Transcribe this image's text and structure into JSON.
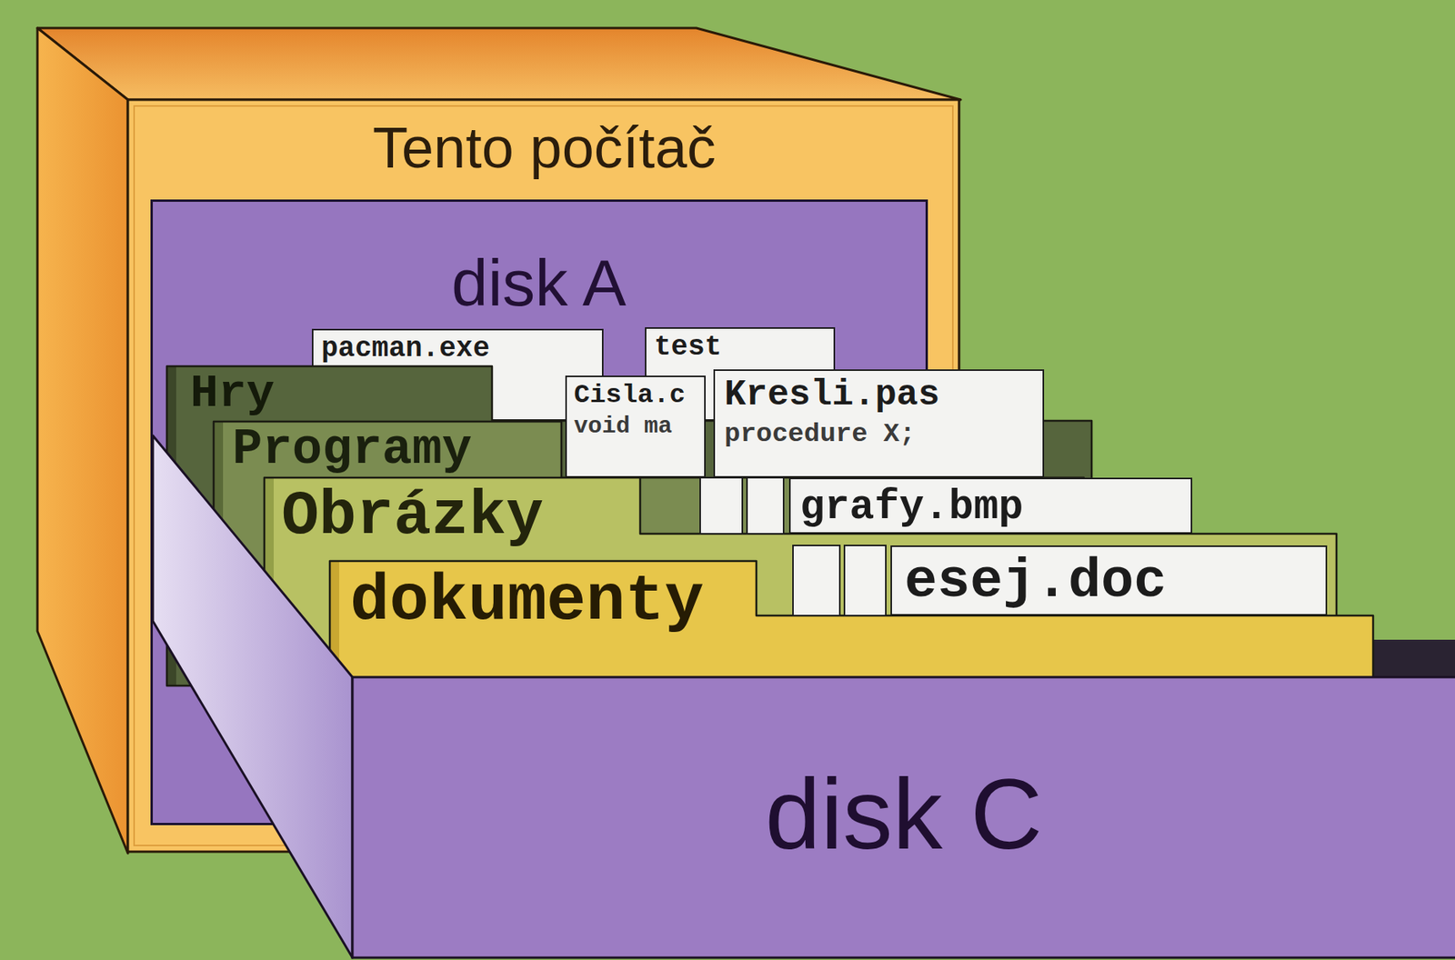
{
  "diagram": {
    "nodes": [
      {
        "text": [
          "Tento počítač"
        ]
      },
      {
        "text": [
          "disk A"
        ],
        "in": 0
      },
      {
        "text": [
          "disk C"
        ],
        "in": 0
      },
      {
        "text": [
          "Hry"
        ],
        "in": 2
      },
      {
        "text": [
          "pacman.exe"
        ],
        "in": 3
      },
      {
        "text": [
          "test"
        ],
        "in": 3
      },
      {
        "text": [
          "Programy"
        ],
        "in": 2
      },
      {
        "text": [
          "Cisla.c",
          "void ma"
        ],
        "in": 6
      },
      {
        "text": [
          "Kresli.pas",
          "procedure X;"
        ],
        "in": 6
      },
      {
        "text": [
          "Obrázky"
        ],
        "in": 2
      },
      {
        "text": [
          "grafy.bmp"
        ],
        "in": 9
      },
      {
        "text": [
          "dokumenty"
        ],
        "in": 2
      },
      {
        "text": [
          "esej.doc"
        ],
        "in": 11
      }
    ]
  }
}
